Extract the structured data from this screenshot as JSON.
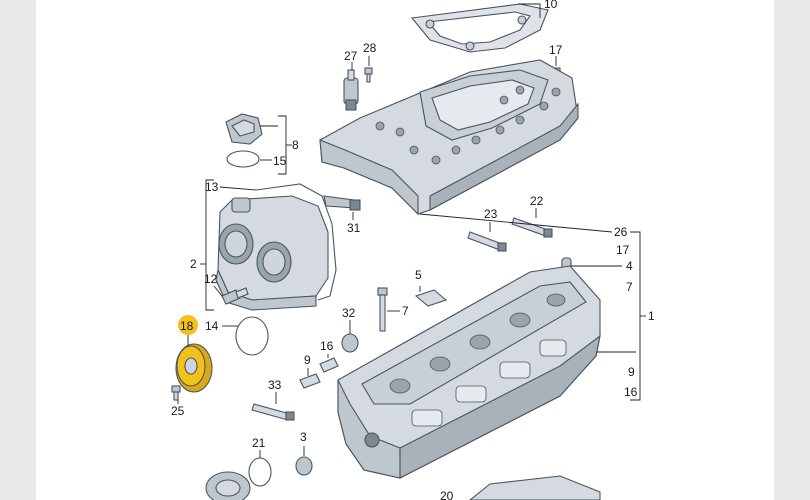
{
  "diagram": {
    "highlighted_part": "18",
    "highlight_color": "#f2c21b",
    "callouts": {
      "c10": "10",
      "c27": "27",
      "c28": "28",
      "c17a": "17",
      "c8": "8",
      "c15": "15",
      "c13": "13",
      "c31": "31",
      "c2": "2",
      "c12": "12",
      "c14": "14",
      "c18": "18",
      "c25": "25",
      "c23": "23",
      "c22": "22",
      "c26": "26",
      "c17b": "17",
      "c4": "4",
      "c7a": "7",
      "c1": "1",
      "c5": "5",
      "c7b": "7",
      "c32": "32",
      "c16a": "16",
      "c9a": "9",
      "c9b": "9",
      "c16b": "16",
      "c33": "33",
      "c3": "3",
      "c21": "21",
      "c20": "20"
    }
  }
}
